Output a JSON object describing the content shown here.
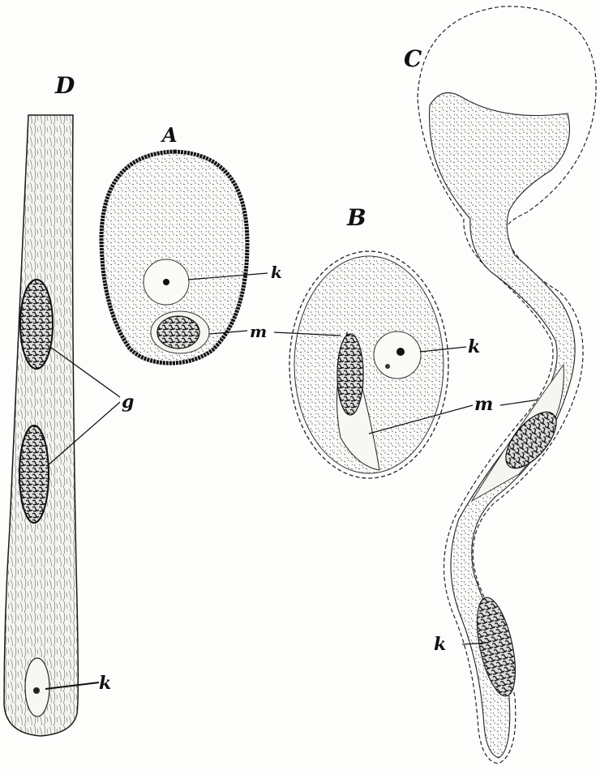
{
  "figure": {
    "panels": {
      "A": {
        "label": "A",
        "nucleus_label": "k"
      },
      "B": {
        "label": "B",
        "nucleus_label": "k"
      },
      "C": {
        "label": "C",
        "nucleus_label": "k"
      },
      "D": {
        "label": "D",
        "nucleus_label": "k",
        "cells_label": "g"
      }
    },
    "shared_labels": {
      "m_upper": "m",
      "m_lower": "m"
    },
    "colors": {
      "ink": "#1a1a1a",
      "paper": "#fdfdfc"
    }
  }
}
